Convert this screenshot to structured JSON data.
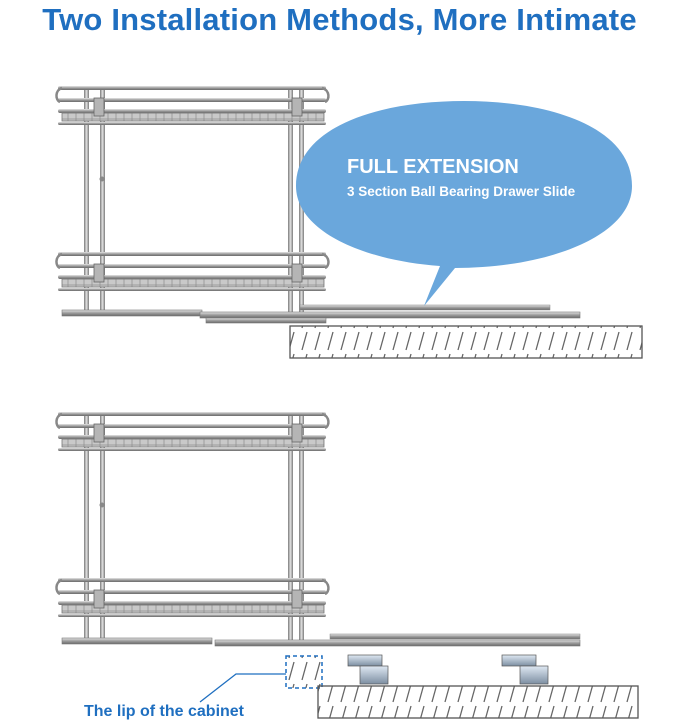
{
  "headline": "Two Installation Methods, More Intimate",
  "callout": {
    "title": "FULL EXTENSION",
    "subtitle": "3 Section Ball Bearing Drawer Slide"
  },
  "lip_label": "The lip of the cabinet",
  "colors": {
    "headline": "#1f6fc0",
    "bubble": "#6aa7dc",
    "bubble_text": "#ffffff",
    "chrome": "#9a9a9a",
    "cabinet_outline": "#555555"
  },
  "diagrams": [
    {
      "name": "full-extension-install"
    },
    {
      "name": "cabinet-lip-install"
    }
  ]
}
